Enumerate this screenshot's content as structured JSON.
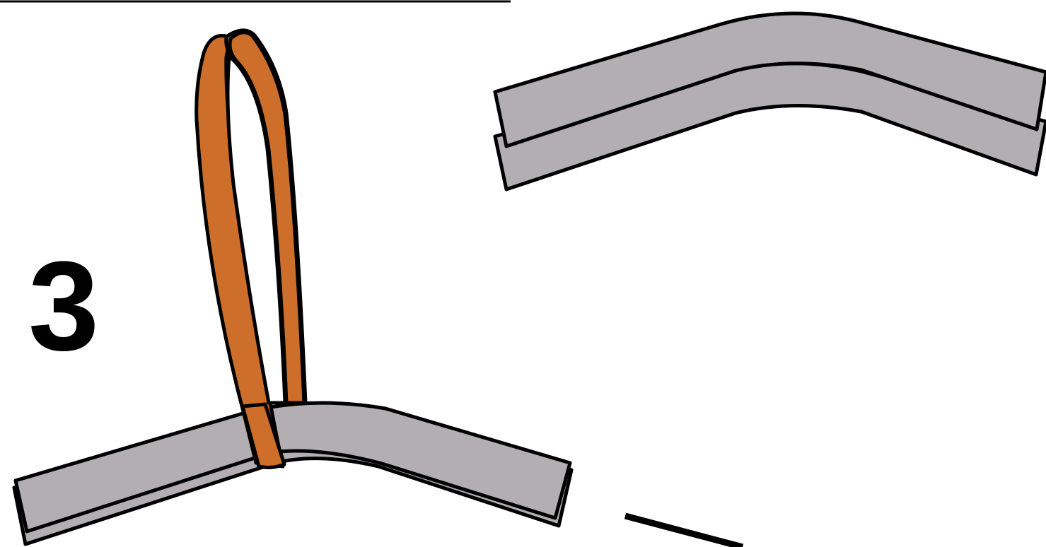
{
  "step": {
    "number": "3"
  },
  "colors": {
    "outline": "#000000",
    "strap": "#b3aeb1",
    "loop": "#cd6f2a",
    "background": "#ffffff"
  },
  "icons": {
    "loop": "orange-loop-strap",
    "strap": "grey-bent-strap"
  }
}
